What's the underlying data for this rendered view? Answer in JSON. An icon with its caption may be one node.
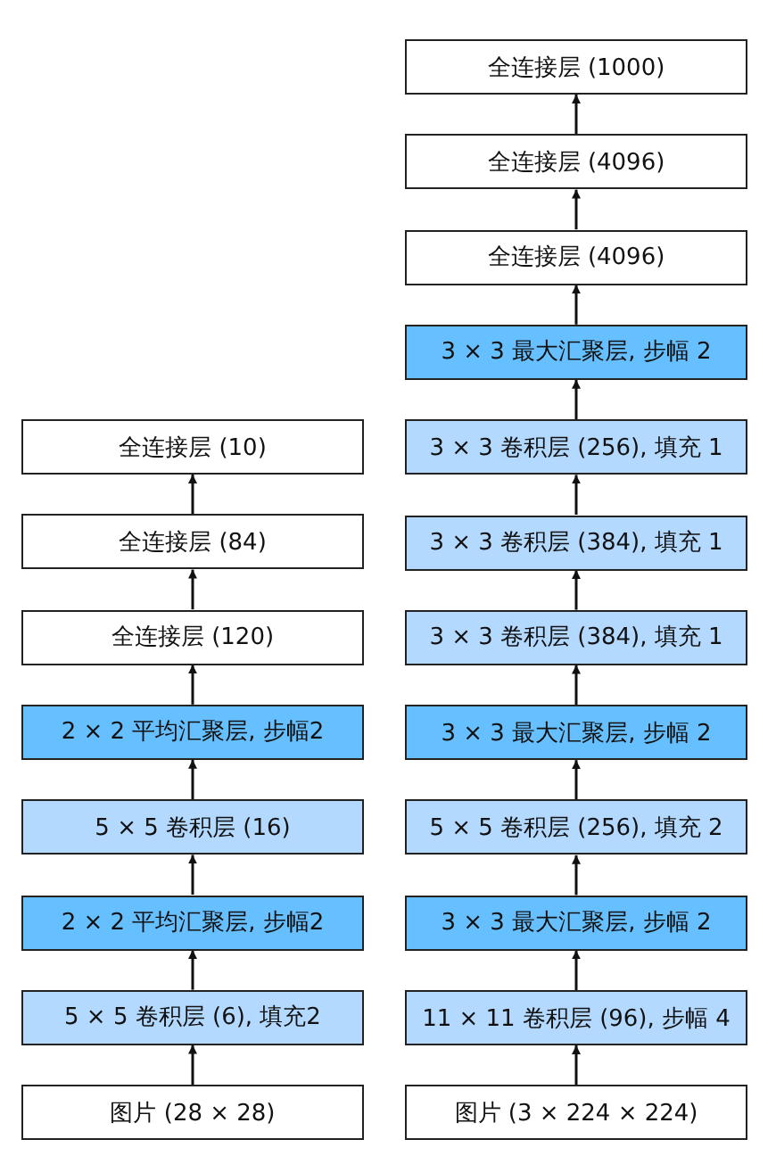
{
  "diagram": {
    "nodes": [
      {
        "text": [
          "全连接层 (10)"
        ]
      },
      {
        "text": [
          "全连接层 (84)"
        ]
      },
      {
        "text": [
          "全连接层 (120)"
        ]
      },
      {
        "text": [
          "2 × 2 平均汇聚层, 步幅2"
        ]
      },
      {
        "text": [
          "5 × 5 卷积层 (16)"
        ]
      },
      {
        "text": [
          "2 × 2 平均汇聚层, 步幅2"
        ]
      },
      {
        "text": [
          "5 × 5 卷积层 (6), 填充2"
        ]
      },
      {
        "text": [
          "图片 (28 × 28)"
        ]
      },
      {
        "text": [
          "全连接层 (1000)"
        ]
      },
      {
        "text": [
          "全连接层 (4096)"
        ]
      },
      {
        "text": [
          "全连接层 (4096)"
        ]
      },
      {
        "text": [
          "3 × 3 最大汇聚层, 步幅 2"
        ]
      },
      {
        "text": [
          "3 × 3 卷积层 (256), 填充 1"
        ]
      },
      {
        "text": [
          "3 × 3 卷积层 (384), 填充 1"
        ]
      },
      {
        "text": [
          "3 × 3 卷积层 (384), 填充 1"
        ]
      },
      {
        "text": [
          "3 × 3 最大汇聚层, 步幅 2"
        ]
      },
      {
        "text": [
          "5 × 5 卷积层 (256), 填充 2"
        ]
      },
      {
        "text": [
          "3 × 3 最大汇聚层, 步幅 2"
        ]
      },
      {
        "text": [
          "11 × 11 卷积层 (96), 步幅 4"
        ]
      },
      {
        "text": [
          "图片 (3 × 224 × 224)"
        ]
      }
    ],
    "edges": [
      {
        "from": 7,
        "to": 6,
        "arrow": "to"
      },
      {
        "from": 6,
        "to": 5,
        "arrow": "to"
      },
      {
        "from": 5,
        "to": 4,
        "arrow": "to"
      },
      {
        "from": 4,
        "to": 3,
        "arrow": "to"
      },
      {
        "from": 3,
        "to": 2,
        "arrow": "to"
      },
      {
        "from": 2,
        "to": 1,
        "arrow": "to"
      },
      {
        "from": 1,
        "to": 0,
        "arrow": "to"
      },
      {
        "from": 19,
        "to": 18,
        "arrow": "to"
      },
      {
        "from": 18,
        "to": 17,
        "arrow": "to"
      },
      {
        "from": 17,
        "to": 16,
        "arrow": "to"
      },
      {
        "from": 16,
        "to": 15,
        "arrow": "to"
      },
      {
        "from": 15,
        "to": 14,
        "arrow": "to"
      },
      {
        "from": 14,
        "to": 13,
        "arrow": "to"
      },
      {
        "from": 13,
        "to": 12,
        "arrow": "to"
      },
      {
        "from": 12,
        "to": 11,
        "arrow": "to"
      },
      {
        "from": 11,
        "to": 10,
        "arrow": "to"
      },
      {
        "from": 10,
        "to": 9,
        "arrow": "to"
      },
      {
        "from": 9,
        "to": 8,
        "arrow": "to"
      }
    ]
  }
}
